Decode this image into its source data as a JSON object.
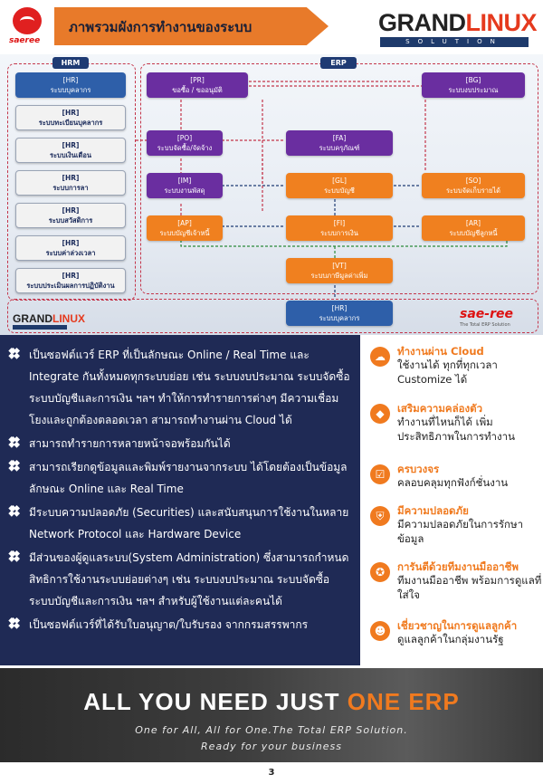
{
  "header": {
    "brand_small": "saeree",
    "title": "ภาพรวมผังการทำงานของระบบ",
    "gl_grand": "GRAND",
    "gl_linux": "LINUX",
    "gl_solution": "SOLUTION"
  },
  "diagram": {
    "hrm_tab": "HRM",
    "erp_tab": "ERP",
    "hr_boxes": [
      {
        "tag": "[HR]",
        "label": "ระบบบุคลากร"
      },
      {
        "tag": "[HR]",
        "label": "ระบบทะเบียนบุคลากร"
      },
      {
        "tag": "[HR]",
        "label": "ระบบเงินเดือน"
      },
      {
        "tag": "[HR]",
        "label": "ระบบการลา"
      },
      {
        "tag": "[HR]",
        "label": "ระบบสวัสดิการ"
      },
      {
        "tag": "[HR]",
        "label": "ระบบค่าล่วงเวลา"
      },
      {
        "tag": "[HR]",
        "label": "ระบบประเมินผลการปฏิบัติงาน"
      }
    ],
    "pr": {
      "tag": "[PR]",
      "label": "ขอซื้อ / ขออนุมัติ"
    },
    "bg": {
      "tag": "[BG]",
      "label": "ระบบงบประมาณ"
    },
    "po": {
      "tag": "[PO]",
      "label": "ระบบจัดซื้อ/จัดจ้าง"
    },
    "fa": {
      "tag": "[FA]",
      "label": "ระบบครุภัณฑ์"
    },
    "im": {
      "tag": "[IM]",
      "label": "ระบบงานพัสดุ"
    },
    "gl": {
      "tag": "[GL]",
      "label": "ระบบบัญชี"
    },
    "so": {
      "tag": "[SO]",
      "label": "ระบบจัดเก็บรายได้"
    },
    "ap": {
      "tag": "[AP]",
      "label": "ระบบบัญชีเจ้าหนี้"
    },
    "fi": {
      "tag": "[FI]",
      "label": "ระบบการเงิน"
    },
    "ar": {
      "tag": "[AR]",
      "label": "ระบบบัญชีลูกหนี้"
    },
    "vt": {
      "tag": "[VT]",
      "label": "ระบบภาษีมูลค่าเพิ่ม"
    },
    "hr_erp": {
      "tag": "[HR]",
      "label": "ระบบบุคลากร"
    },
    "logo_grand": "GRAND",
    "logo_linux": "LINUX",
    "saeree": "sae-ree",
    "saeree_sub": "The Total ERP Solution"
  },
  "bullets": [
    "เป็นซอฟต์แวร์ ERP ที่เป็นลักษณะ Online / Real Time และ Integrate กันทั้งหมดทุกระบบย่อย เช่น ระบบงบประมาณ ระบบจัดซื้อ ระบบบัญชีและการเงิน ฯลฯ ทำให้การทำรายการต่างๆ มีความเชื่อมโยงและถูกต้องตลอดเวลา สามารถทำงานผ่าน Cloud ได้",
    "สามารถทำรายการหลายหน้าจอพร้อมกันได้",
    "สามารถเรียกดูข้อมูลและพิมพ์รายงานจากระบบ ได้โดยต้องเป็นข้อมูลลักษณะ Online และ Real Time",
    "มีระบบความปลอดภัย (Securities) และสนับสนุนการใช้งานในหลาย Network Protocol และ Hardware Device",
    "มีส่วนของผู้ดูแลระบบ(System Administration) ซึ่งสามารถกำหนดสิทธิการใช้งานระบบย่อยต่างๆ เช่น ระบบงบประมาณ ระบบจัดซื้อ ระบบบัญชีและการเงิน ฯลฯ สำหรับผู้ใช้งานแต่ละคนได้",
    "เป็นซอฟต์แวร์ที่ได้รับใบอนุญาต/ใบรับรอง จากกรมสรรพากร"
  ],
  "features": [
    {
      "icon": "cloud-icon",
      "title": "ทำงานผ่าน Cloud",
      "desc": "ใช้งานได้ ทุกที่ทุกเวลา Customize ได้"
    },
    {
      "icon": "cubes-icon",
      "title": "เสริมความคล่องตัว",
      "desc": "ทำงานที่ไหนก็ได้ เพิ่มประสิทธิภาพในการทำงาน"
    },
    {
      "icon": "checklist-icon",
      "title": "ครบวงจร",
      "desc": "คลอบคลุมทุกฟังก์ชั่นงาน"
    },
    {
      "icon": "shield-icon",
      "title": "มีความปลอดภัย",
      "desc": "มีความปลอดภัยในการรักษาข้อมูล"
    },
    {
      "icon": "certificate-icon",
      "title": "การันตีด้วยทีมงานมืออาชีพ",
      "desc": "ทีมงานมืออาชีพ พร้อมการดูแลที่ใส่ใจ"
    },
    {
      "icon": "customer-icon",
      "title": "เชี่ยวชาญในการดูแลลูกค้า",
      "desc": "ดูแลลูกค้าในกลุ่มงานรัฐ"
    }
  ],
  "banner": {
    "tagline_a": "ALL YOU NEED JUST ",
    "tagline_b": "ONE ERP",
    "slogan1": "One for All, All for One.The Total ERP Solution.",
    "slogan2": "Ready for your business"
  },
  "page_number": "3",
  "colors": {
    "accent": "#f07a1f",
    "navy": "#1f2a55",
    "purple": "#6a2ea0",
    "blue": "#2e5fa9",
    "frame": "#c4354a"
  }
}
